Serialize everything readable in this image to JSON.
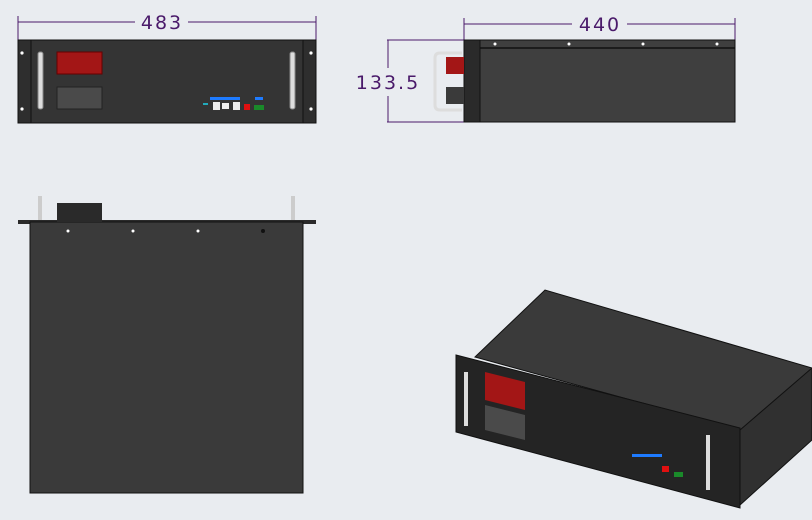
{
  "dimensions": {
    "width_mm": "483",
    "depth_mm": "440",
    "height_mm": "133.5"
  },
  "views": [
    "front",
    "side",
    "top",
    "isometric"
  ],
  "colors": {
    "background": "#e9ecf0",
    "chassis": "#3c3c3c",
    "chassis_dark": "#232323",
    "positive_terminal": "#a31616",
    "negative_terminal": "#4a4a4a",
    "dimension_line": "#4a1a6a",
    "indicator_blue": "#1e7bff"
  }
}
